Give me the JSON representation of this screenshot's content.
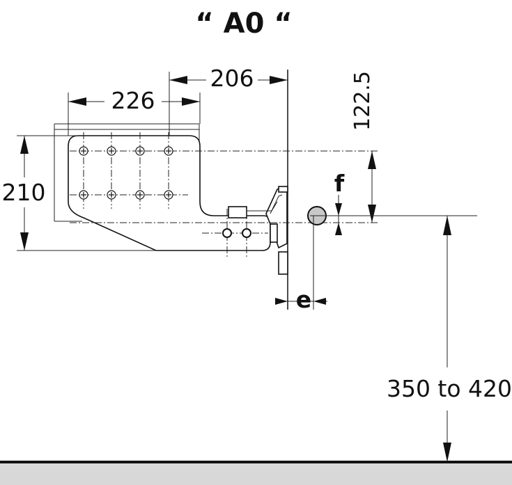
{
  "title": "“ A0 “",
  "dimensions": {
    "width_226": "226",
    "width_206": "206",
    "height_122_5": "122.5",
    "height_210": "210",
    "f_label": "f",
    "e_label": "e",
    "floor_range": "350 to 420"
  },
  "colors": {
    "line": "#111111",
    "floor": "#d8d8d8",
    "pipe": "#c8c8c8"
  }
}
